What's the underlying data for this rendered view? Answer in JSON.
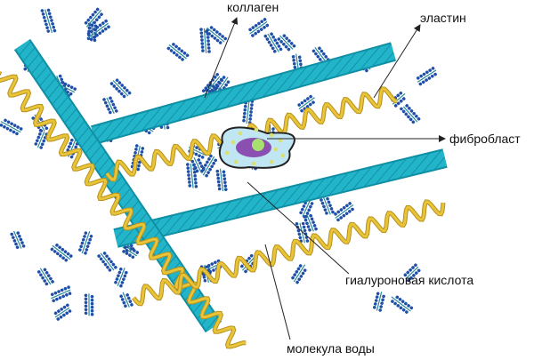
{
  "labels": {
    "collagen": "коллаген",
    "elastin": "эластин",
    "fibroblast": "фибробласт",
    "hyaluronic_acid": "гиалуроновая кислота",
    "water_molecule": "молекула воды"
  },
  "colors": {
    "collagen": "#1fb3c8",
    "elastin": "#e8c43a",
    "hyaluronic_acid": "#1f4fa8",
    "fibroblast_cytoplasm": "#bfe6f2",
    "fibroblast_nucleus": "#8a4fb0",
    "nucleolus": "#a8e070"
  }
}
